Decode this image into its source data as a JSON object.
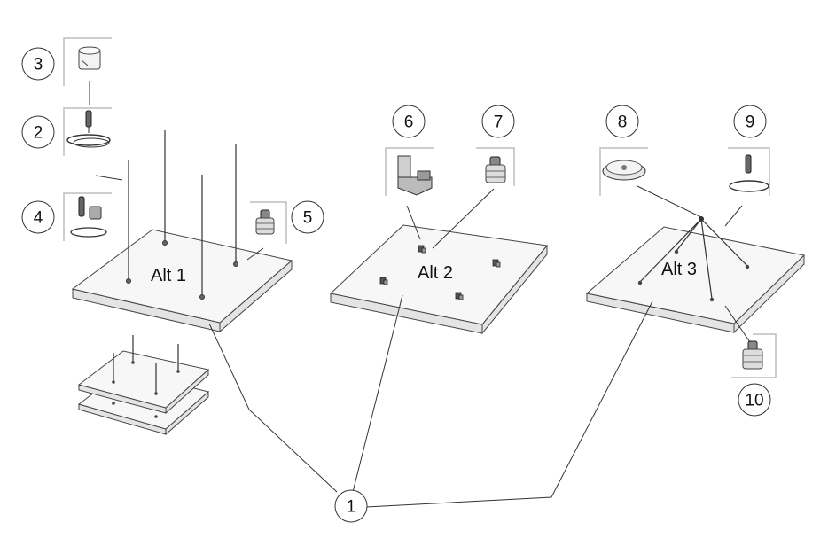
{
  "panels": {
    "alt1": "Alt 1",
    "alt2": "Alt 2",
    "alt3": "Alt 3"
  },
  "callouts": {
    "c1": "1",
    "c2": "2",
    "c3": "3",
    "c4": "4",
    "c5": "5",
    "c6": "6",
    "c7": "7",
    "c8": "8",
    "c9": "9",
    "c10": "10"
  },
  "colors": {
    "line": "#333333",
    "panel_top": "#f7f7f7",
    "panel_side": "#e4e4e4",
    "bracket": "#bdbdbd"
  }
}
